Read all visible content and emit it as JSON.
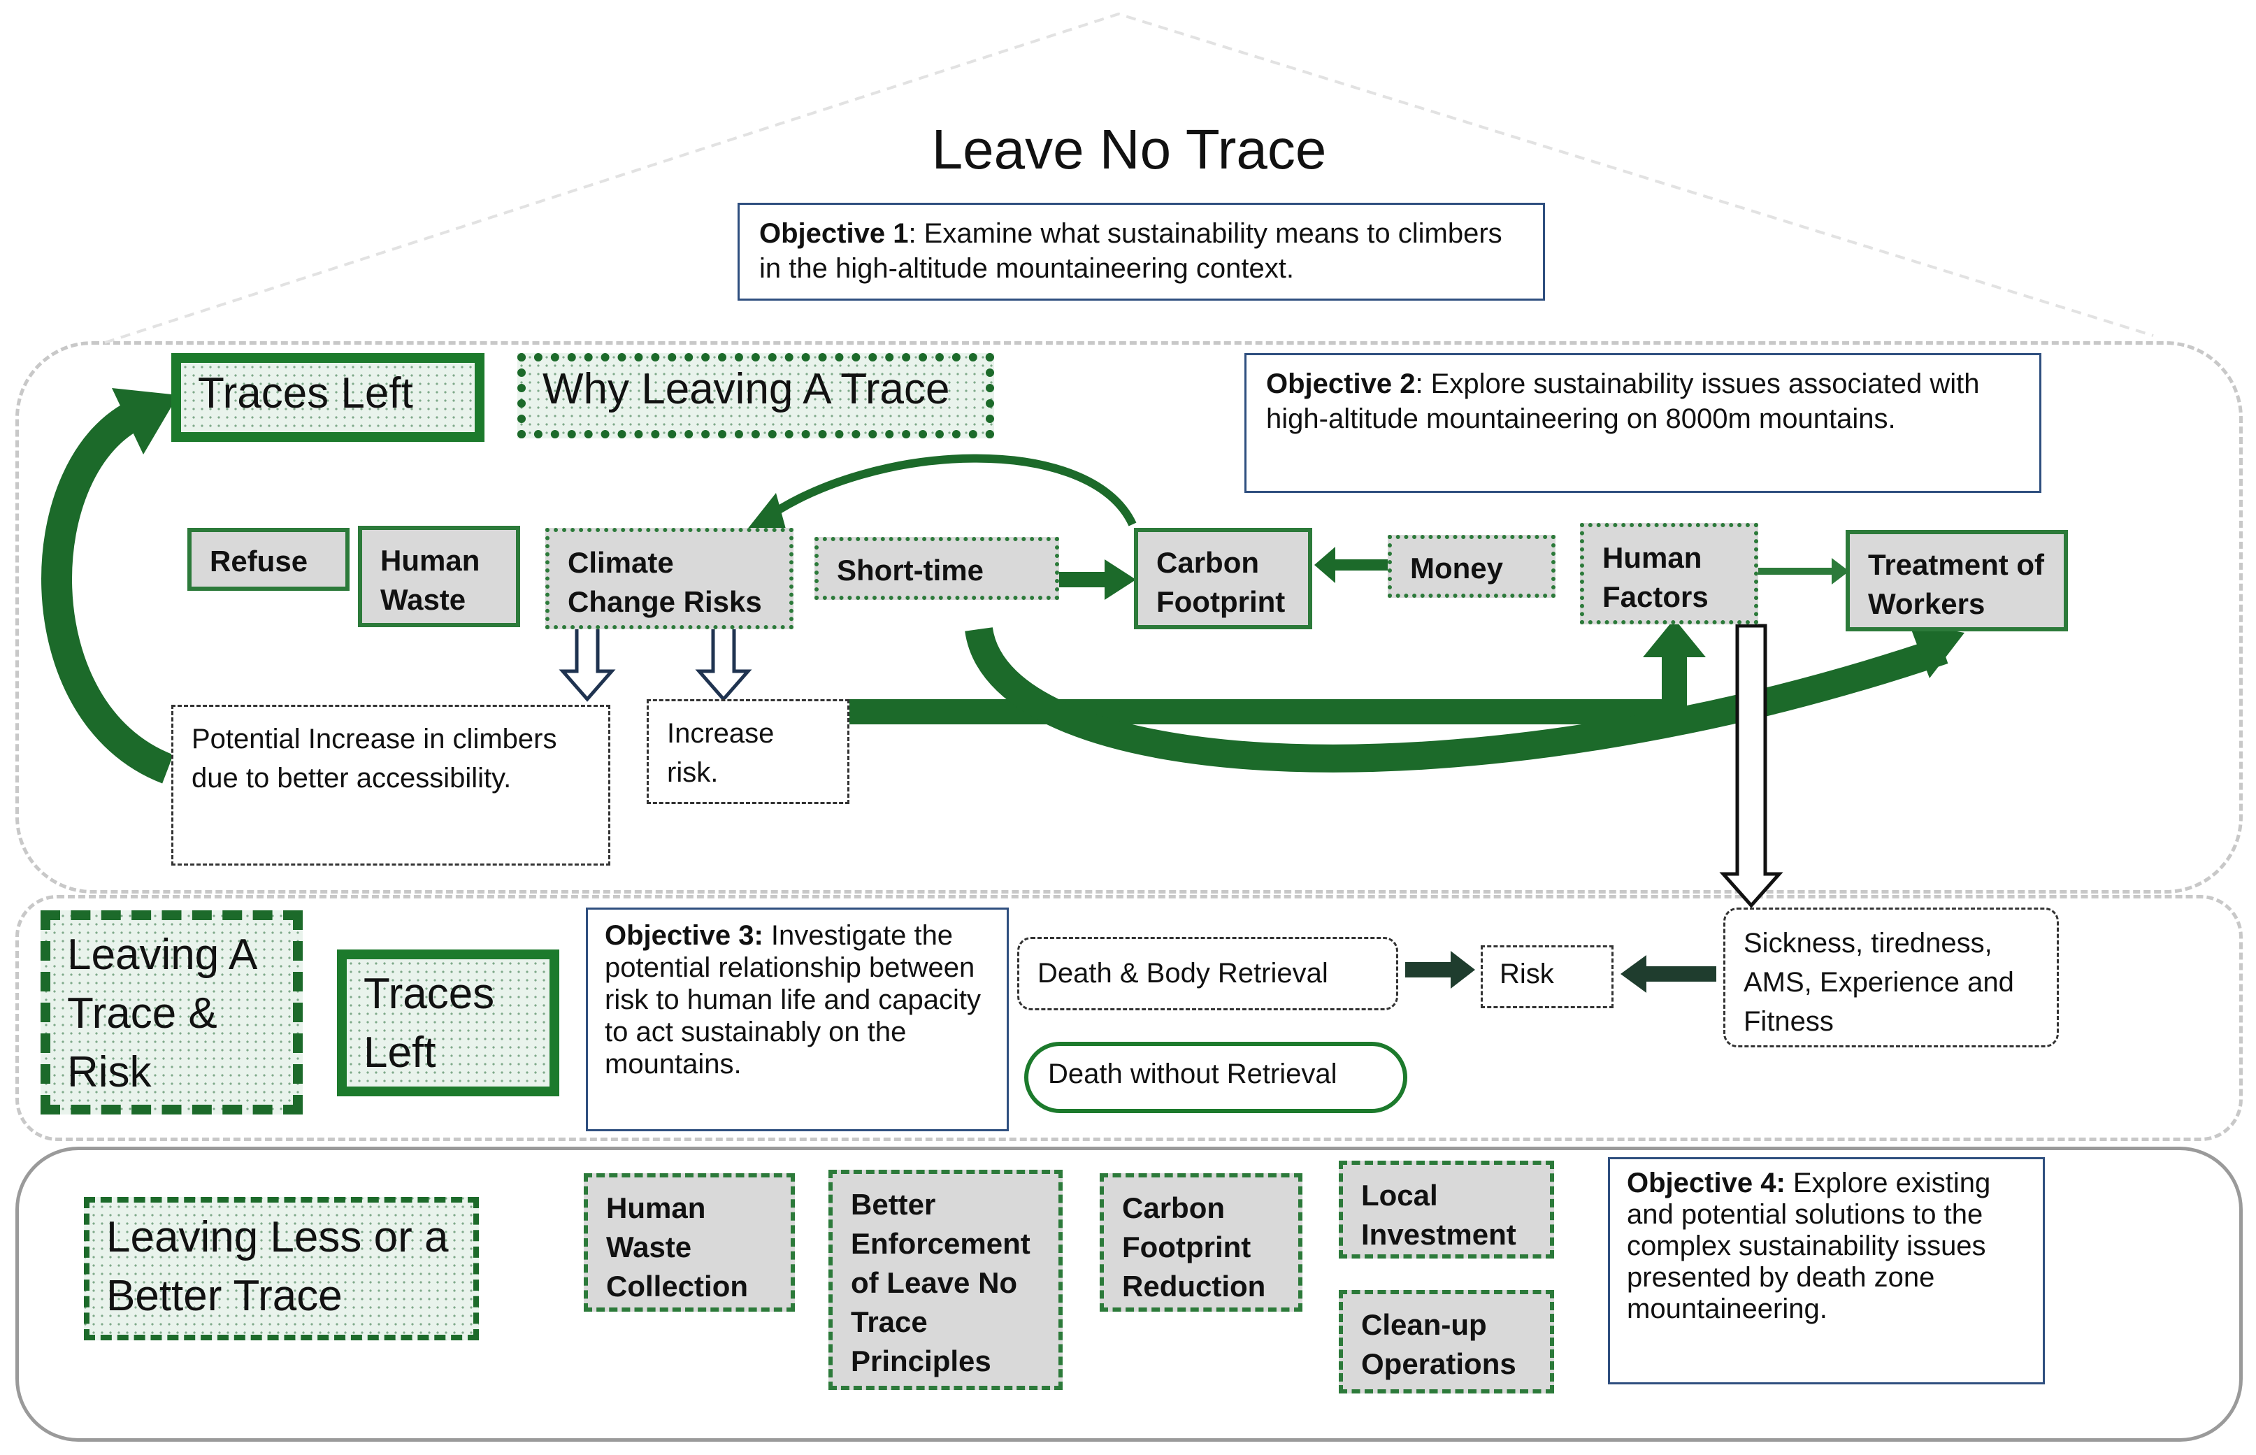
{
  "title": "Leave No Trace",
  "objectives": {
    "o1": {
      "label": "Objective 1",
      "text": ": Examine what sustainability means to climbers in the high-altitude mountaineering context."
    },
    "o2": {
      "label": "Objective 2",
      "text": ": Explore sustainability issues associated with high-altitude mountaineering on 8000m mountains."
    },
    "o3": {
      "label": "Objective 3:",
      "text": " Investigate the potential relationship between risk to human life and capacity to act sustainably on the mountains."
    },
    "o4": {
      "label": "Objective 4:",
      "text": " Explore existing and potential solutions to the complex sustainability issues presented by death zone mountaineering."
    }
  },
  "section1": {
    "traces_left": "Traces Left",
    "why": "Why Leaving A Trace",
    "nodes": {
      "refuse": "Refuse",
      "human_waste": "Human Waste",
      "climate": "Climate Change Risks",
      "short_time": "Short-time",
      "carbon": "Carbon Footprint",
      "money": "Money",
      "human_factors": "Human Factors",
      "treatment": "Treatment of Workers"
    },
    "notes": {
      "potential": "Potential Increase in climbers due to better accessibility.",
      "increase_risk": "Increase risk."
    }
  },
  "section2": {
    "heading": "Leaving A Trace & Risk",
    "traces_left": "Traces Left",
    "death_retrieval": "Death & Body Retrieval",
    "risk": "Risk",
    "sickness": "Sickness, tiredness, AMS, Experience and Fitness",
    "death_no_retrieval": "Death without Retrieval"
  },
  "section3": {
    "heading": "Leaving Less or a Better Trace",
    "items": {
      "waste": "Human Waste Collection",
      "enforcement": "Better Enforcement of Leave No Trace Principles",
      "carbon": "Carbon Footprint Reduction",
      "local": "Local Investment",
      "cleanup": "Clean-up Operations"
    }
  },
  "colors": {
    "dark_green": "#1c6a2a",
    "green": "#2c7a3a",
    "node_fill": "#d9d9d9",
    "objective_border": "#2f4f7f"
  }
}
